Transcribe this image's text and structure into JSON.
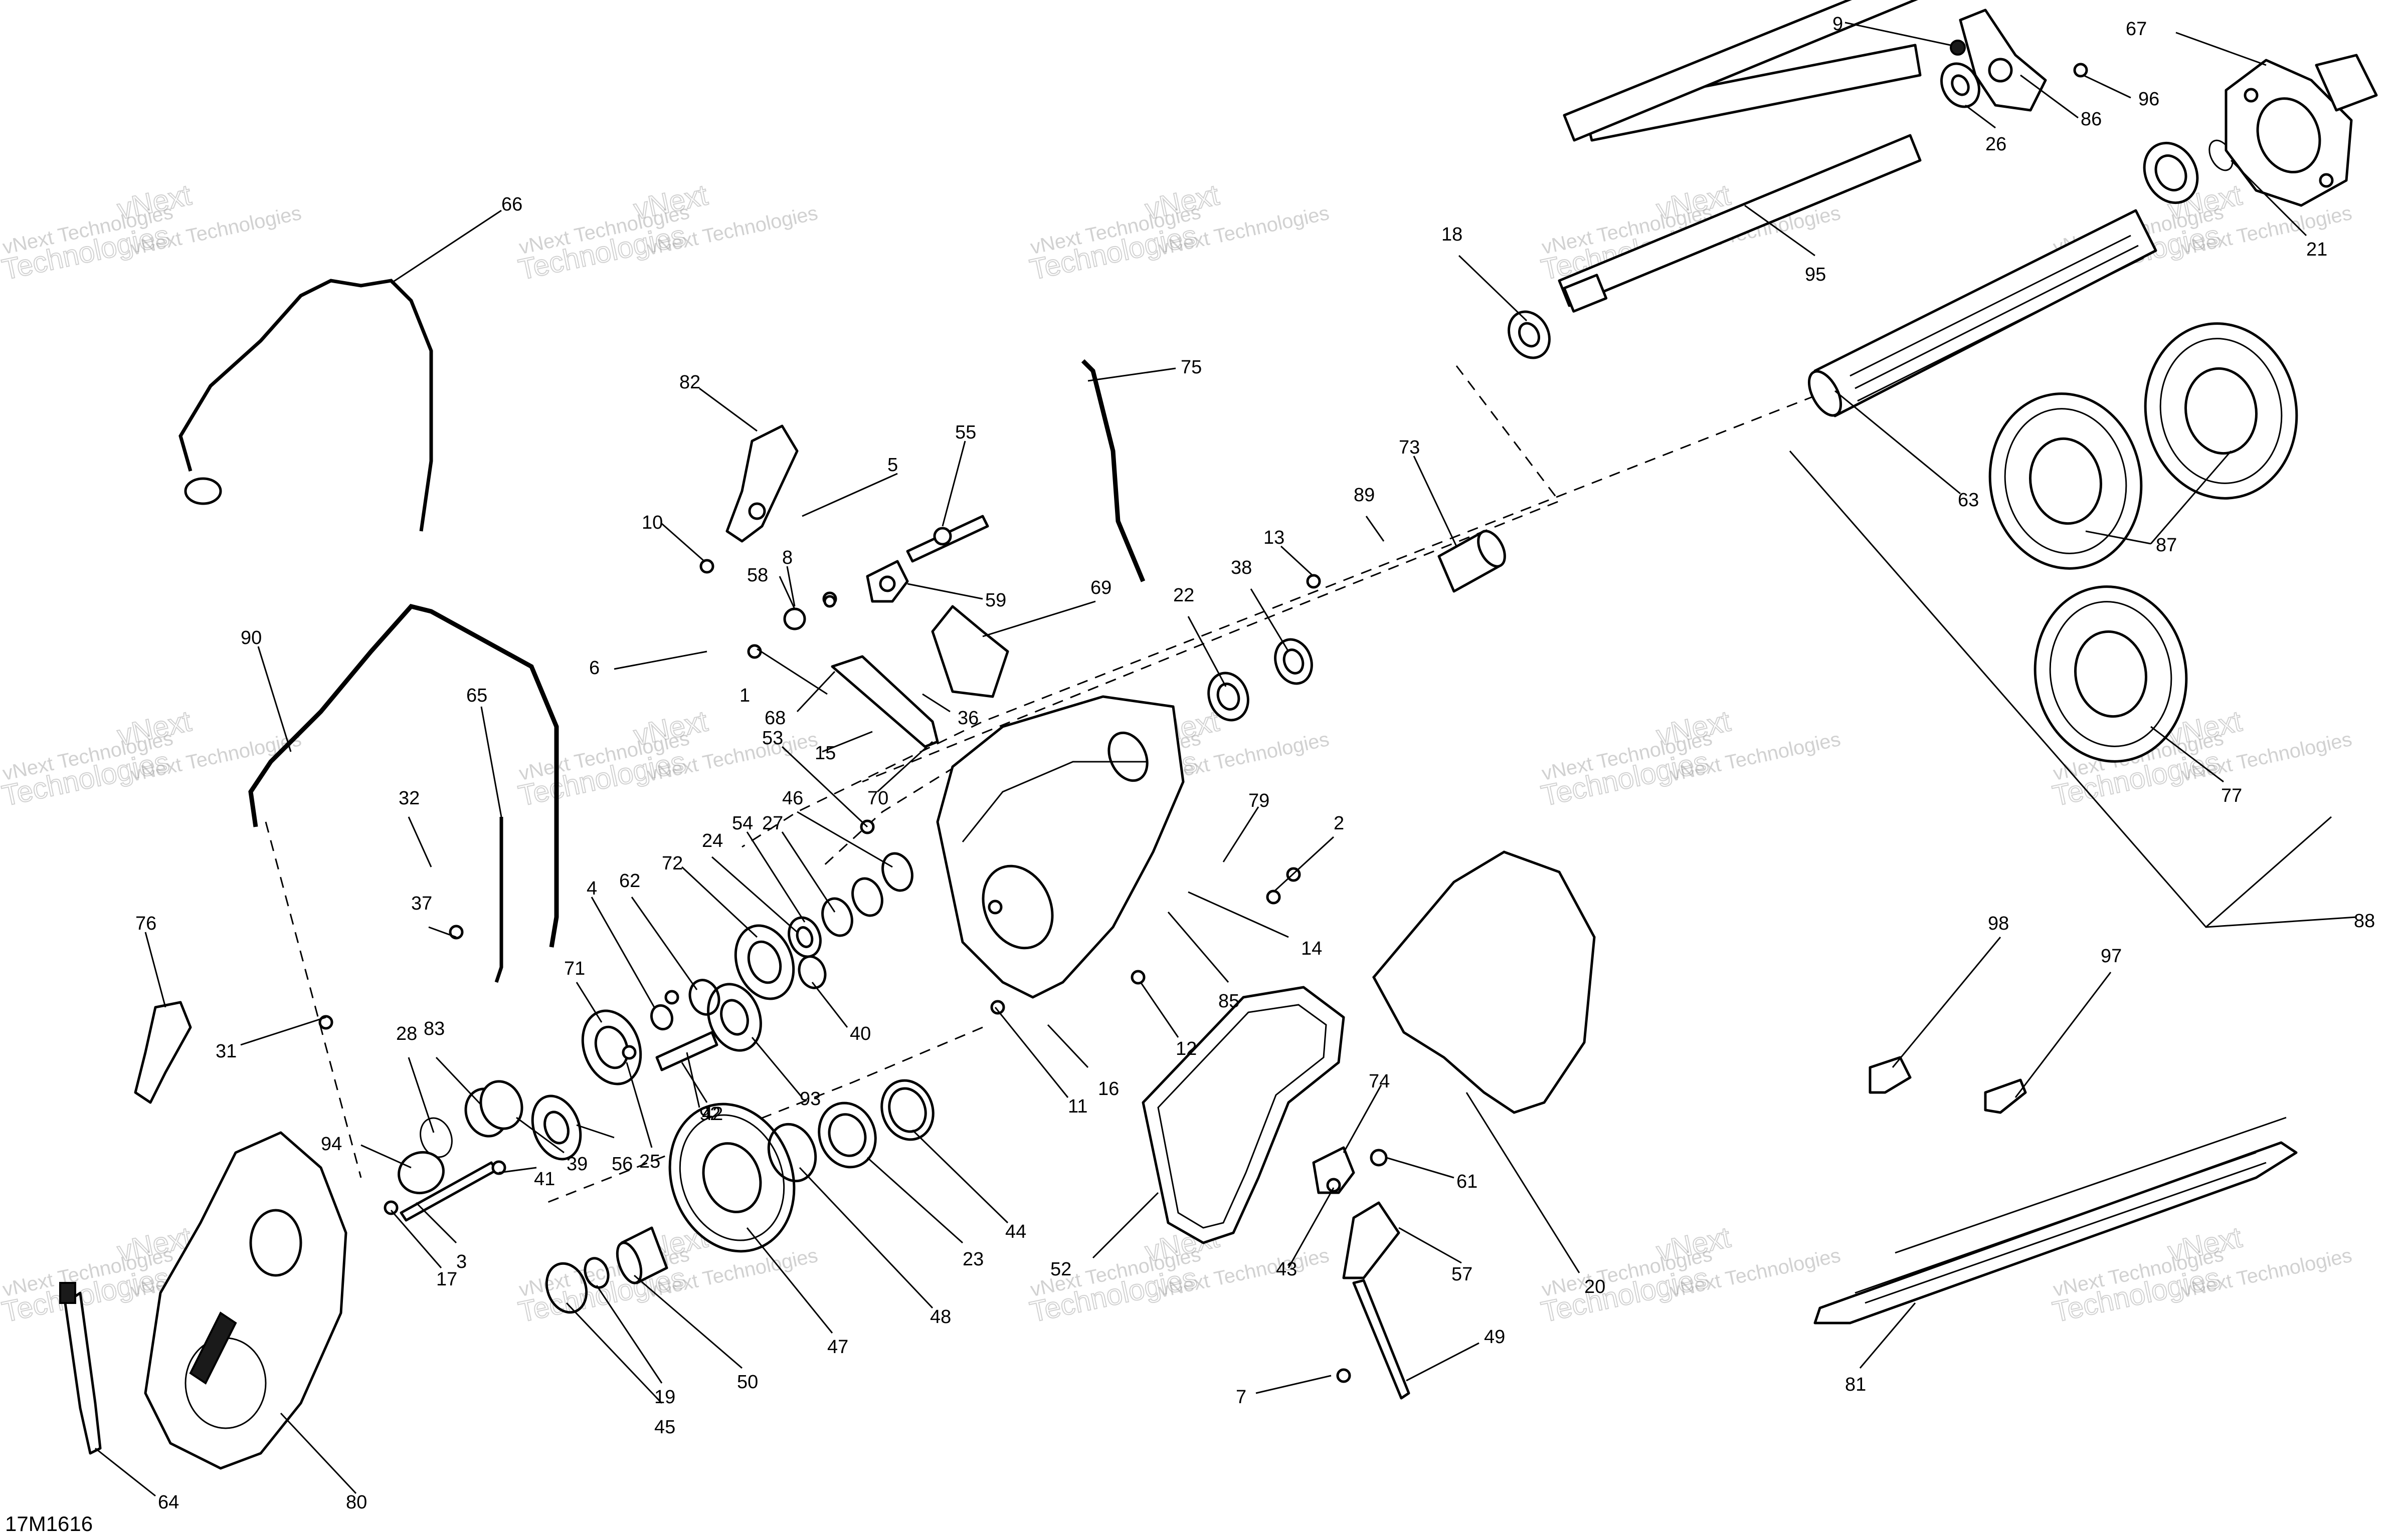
{
  "diagram": {
    "reference_code": "17M1616",
    "watermark": {
      "company": "vNext Technologies",
      "line_top": "vNext",
      "line_bottom": "Technologies"
    },
    "callouts": [
      {
        "num": "1"
      },
      {
        "num": "2"
      },
      {
        "num": "3"
      },
      {
        "num": "4"
      },
      {
        "num": "5"
      },
      {
        "num": "6"
      },
      {
        "num": "7"
      },
      {
        "num": "8"
      },
      {
        "num": "9"
      },
      {
        "num": "10"
      },
      {
        "num": "11"
      },
      {
        "num": "12"
      },
      {
        "num": "13"
      },
      {
        "num": "14"
      },
      {
        "num": "15"
      },
      {
        "num": "16"
      },
      {
        "num": "17"
      },
      {
        "num": "18"
      },
      {
        "num": "19"
      },
      {
        "num": "20"
      },
      {
        "num": "21"
      },
      {
        "num": "22"
      },
      {
        "num": "23"
      },
      {
        "num": "24"
      },
      {
        "num": "25"
      },
      {
        "num": "26"
      },
      {
        "num": "27"
      },
      {
        "num": "28"
      },
      {
        "num": "31"
      },
      {
        "num": "32"
      },
      {
        "num": "36"
      },
      {
        "num": "37"
      },
      {
        "num": "38"
      },
      {
        "num": "39"
      },
      {
        "num": "40"
      },
      {
        "num": "41"
      },
      {
        "num": "42"
      },
      {
        "num": "43"
      },
      {
        "num": "44"
      },
      {
        "num": "45"
      },
      {
        "num": "46"
      },
      {
        "num": "47"
      },
      {
        "num": "48"
      },
      {
        "num": "49"
      },
      {
        "num": "50"
      },
      {
        "num": "52"
      },
      {
        "num": "53"
      },
      {
        "num": "54"
      },
      {
        "num": "55"
      },
      {
        "num": "56"
      },
      {
        "num": "57"
      },
      {
        "num": "58"
      },
      {
        "num": "59"
      },
      {
        "num": "61"
      },
      {
        "num": "62"
      },
      {
        "num": "63"
      },
      {
        "num": "64"
      },
      {
        "num": "65"
      },
      {
        "num": "66"
      },
      {
        "num": "67"
      },
      {
        "num": "68"
      },
      {
        "num": "69"
      },
      {
        "num": "70"
      },
      {
        "num": "71"
      },
      {
        "num": "72"
      },
      {
        "num": "73"
      },
      {
        "num": "74"
      },
      {
        "num": "75"
      },
      {
        "num": "76"
      },
      {
        "num": "77"
      },
      {
        "num": "79"
      },
      {
        "num": "80"
      },
      {
        "num": "81"
      },
      {
        "num": "82"
      },
      {
        "num": "83"
      },
      {
        "num": "85"
      },
      {
        "num": "86"
      },
      {
        "num": "87"
      },
      {
        "num": "88"
      },
      {
        "num": "89"
      },
      {
        "num": "90"
      },
      {
        "num": "92"
      },
      {
        "num": "93"
      },
      {
        "num": "94"
      },
      {
        "num": "95"
      },
      {
        "num": "96"
      },
      {
        "num": "97"
      },
      {
        "num": "98"
      }
    ]
  }
}
